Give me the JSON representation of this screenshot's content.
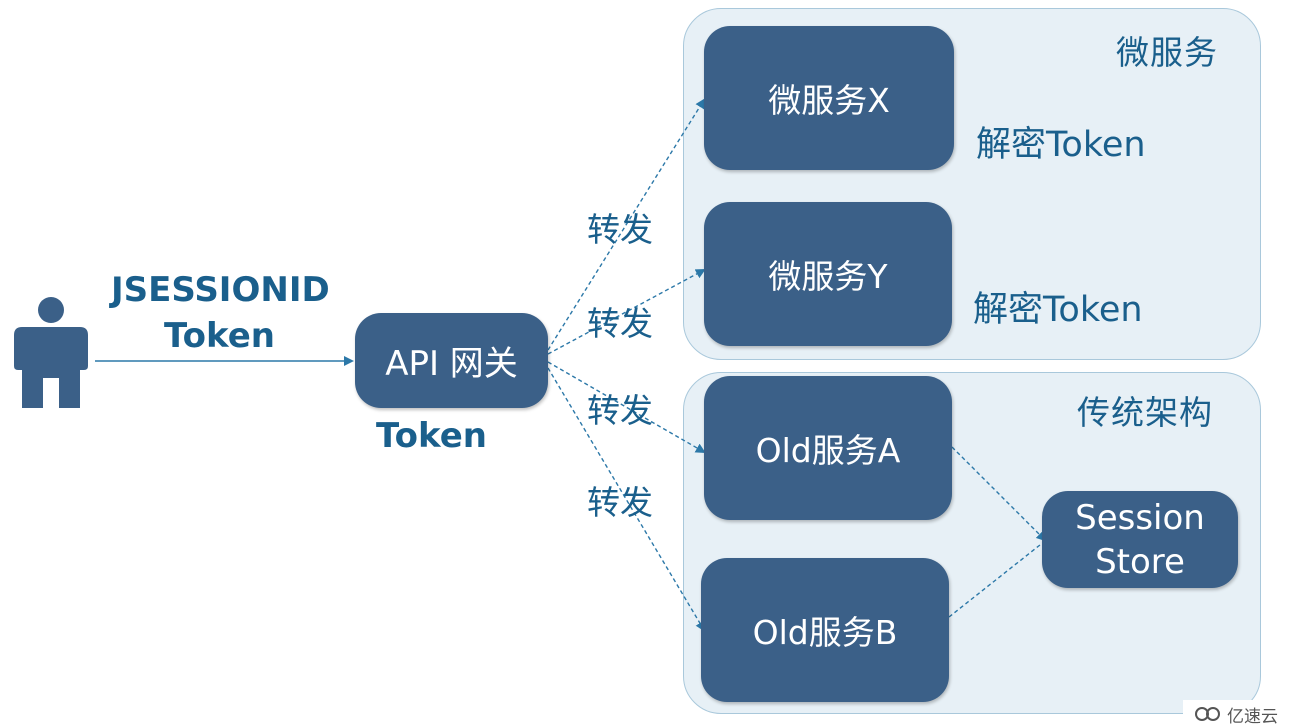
{
  "groups": {
    "microservices": {
      "title": "微服务"
    },
    "legacy": {
      "title": "传统架构"
    }
  },
  "client": {
    "icon": "user-icon",
    "label_line1": "JSESSIONID",
    "label_line2": "Token"
  },
  "gateway": {
    "label": "API 网关",
    "token_label": "Token"
  },
  "services": {
    "x": {
      "label": "微服务X",
      "note": "解密Token"
    },
    "y": {
      "label": "微服务Y",
      "note": "解密Token"
    },
    "a": {
      "label": "Old服务A"
    },
    "b": {
      "label": "Old服务B"
    }
  },
  "session_store": {
    "line1": "Session",
    "line2": "Store"
  },
  "edges": {
    "forward_1": "转发",
    "forward_2": "转发",
    "forward_3": "转发",
    "forward_4": "转发"
  },
  "watermark": {
    "text": "亿速云",
    "icon": "cloud-logo-icon"
  },
  "colors": {
    "box_fill": "#3b6088",
    "group_fill": "#e7f0f6",
    "text_blue": "#1a5f8c",
    "edge": "#2c78a8"
  }
}
